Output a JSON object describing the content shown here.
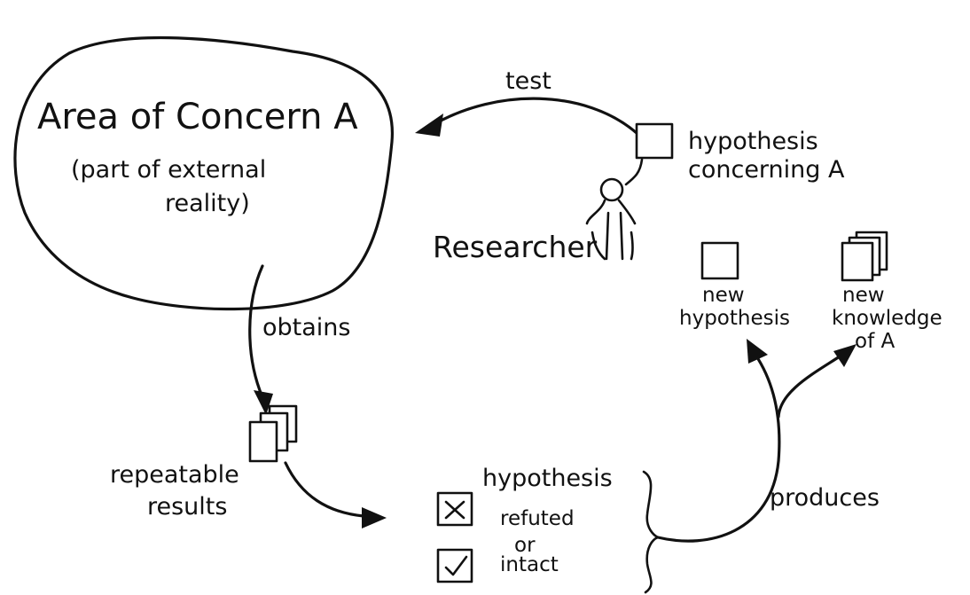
{
  "area": {
    "title": "Area of Concern A",
    "subtitle_line1": "(part of external",
    "subtitle_line2": "reality)"
  },
  "edges": {
    "test": "test",
    "obtains": "obtains",
    "produces": "produces"
  },
  "hypothesis_concerning": {
    "line1": "hypothesis",
    "line2": "concerning A"
  },
  "researcher": "Researcher",
  "repeatable_results": {
    "line1": "repeatable",
    "line2": "results"
  },
  "outcome": {
    "line1": "hypothesis",
    "refuted": "refuted",
    "or": "or",
    "intact": "intact"
  },
  "new_hypothesis": {
    "line1": "new",
    "line2": "hypothesis"
  },
  "new_knowledge": {
    "line1": "new",
    "line2": "knowledge",
    "line3": "of A"
  },
  "icons": [
    "hypothesis-box-icon",
    "researcher-figure-icon",
    "documents-stack-icon",
    "refuted-checkbox-icon",
    "intact-checkbox-icon",
    "new-hypothesis-box-icon",
    "knowledge-stack-icon"
  ]
}
